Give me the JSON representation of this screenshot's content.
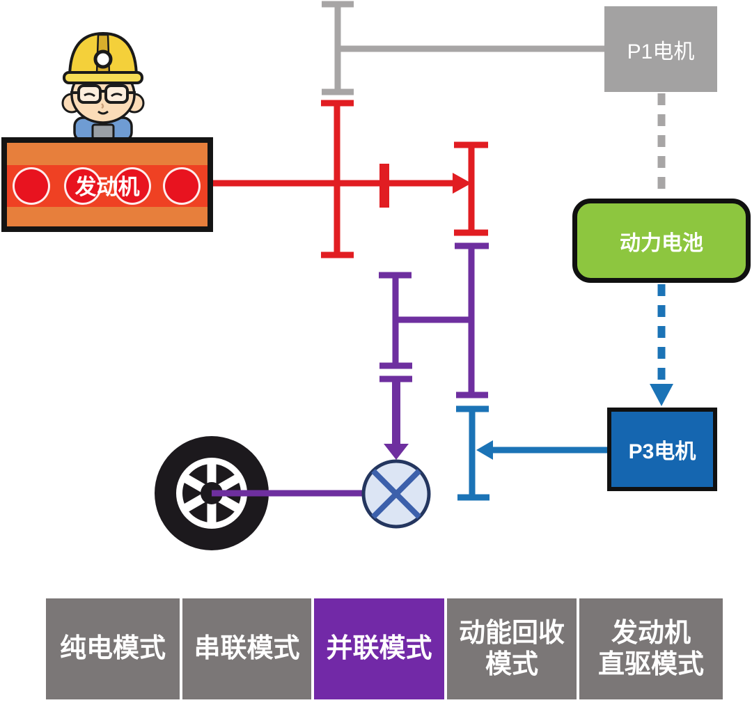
{
  "diagram": {
    "engine": {
      "label": "发动机"
    },
    "p1_motor": {
      "label": "P1电机"
    },
    "battery": {
      "label": "动力电池"
    },
    "p3_motor": {
      "label": "P3电机"
    }
  },
  "mode_tabs": [
    {
      "label": "纯电模式",
      "active": false
    },
    {
      "label": "串联模式",
      "active": false
    },
    {
      "label": "并联模式",
      "active": true
    },
    {
      "label": "动能回收\n模式",
      "active": false
    },
    {
      "label": "发动机\n直驱模式",
      "active": false
    }
  ],
  "icons": {
    "wheel": "wheel-icon",
    "differential": "differential-cross-icon",
    "avatar": "engineer-avatar"
  },
  "colors": {
    "shaft_red": "#e11d22",
    "shaft_purple": "#6e2f9f",
    "shaft_blue": "#1b73b6",
    "shaft_gray": "#a7a5a5",
    "engine_orange": "#e77f3c",
    "engine_band_red": "#ef4123",
    "cylinder_red": "#e8131f",
    "battery_green": "#8dc63f",
    "p3_blue": "#1566b0",
    "p1_gray": "#a3a2a2",
    "tab_gray": "#7b7777",
    "tab_active_purple": "#7229a7"
  }
}
